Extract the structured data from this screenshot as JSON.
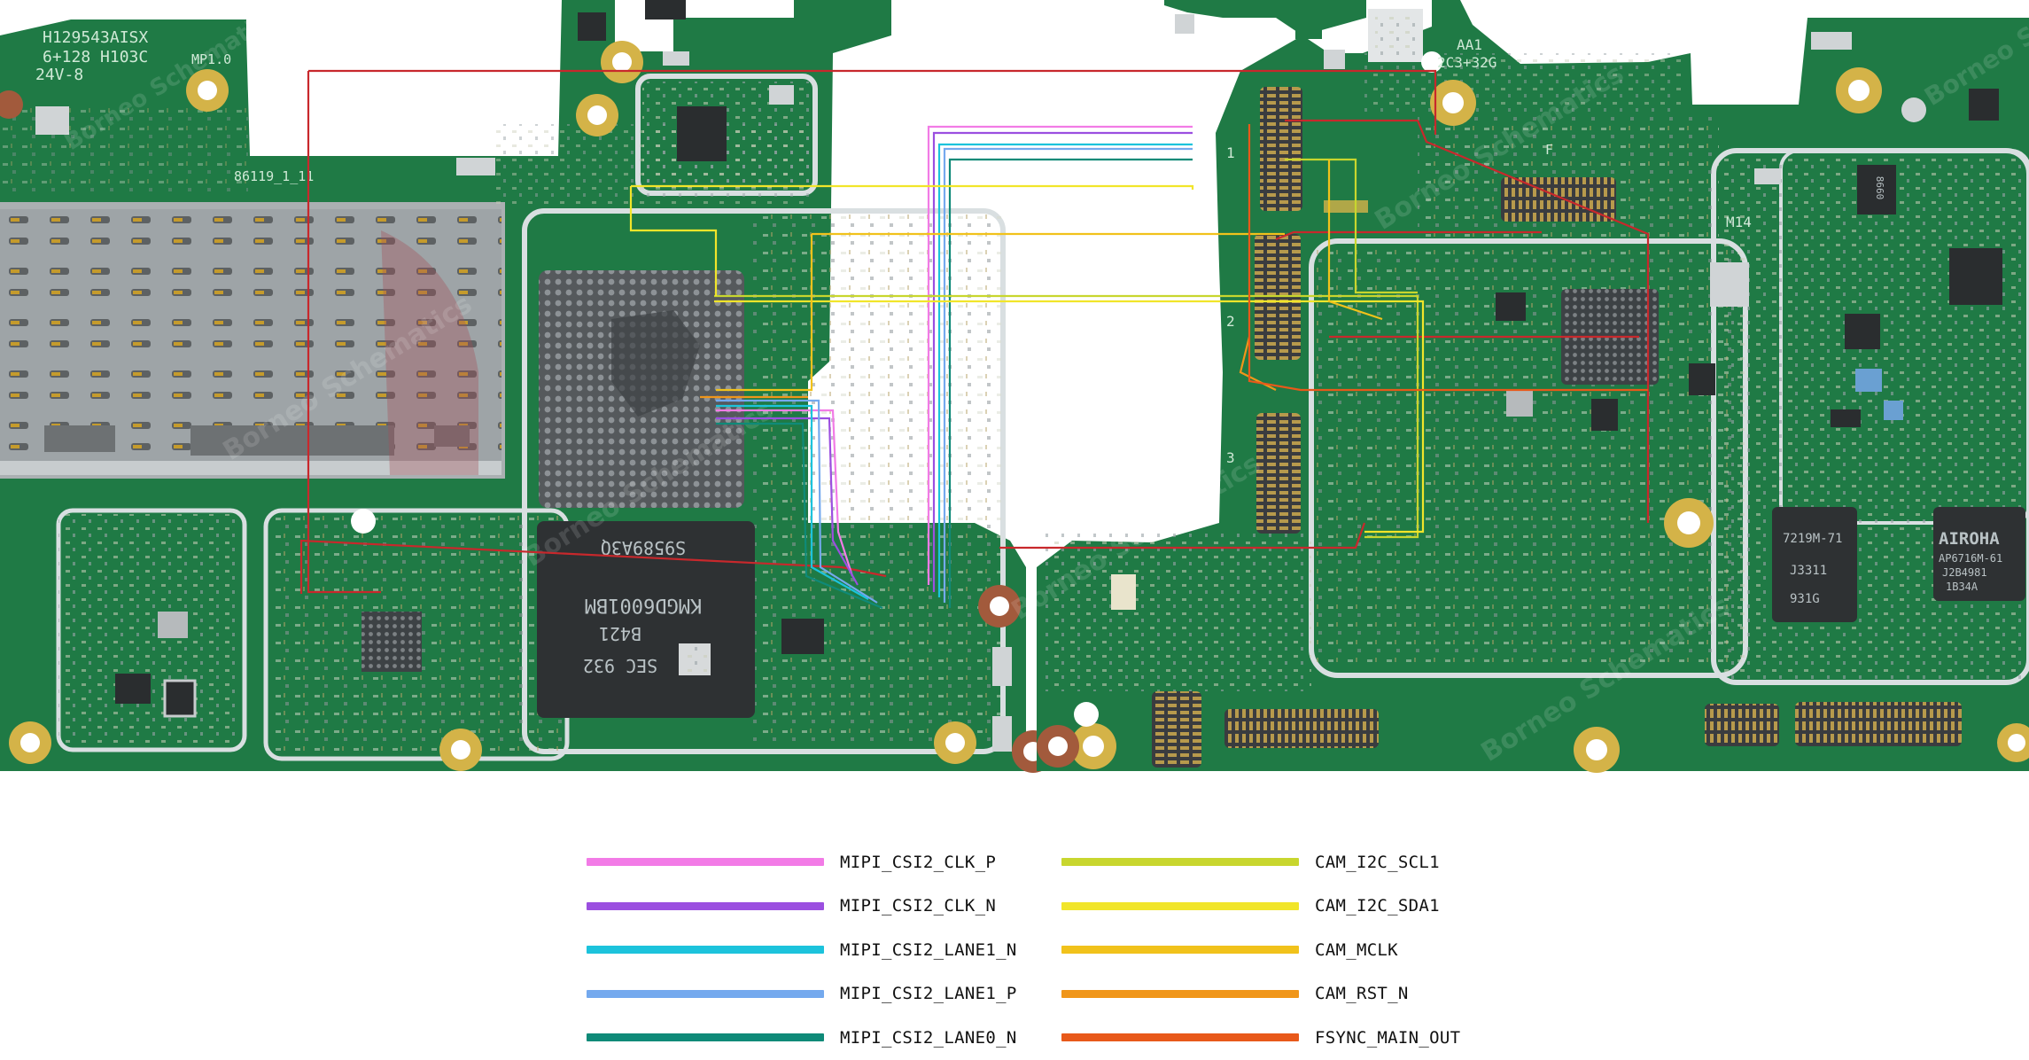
{
  "board": {
    "colors": {
      "pcb": "#1f7a45",
      "pcb_dark": "#176238",
      "shield": "#d9dfe1",
      "pad_gold": "#d4b348",
      "trace_red": "#c8282c"
    },
    "silkscreen": {
      "top_left_code_1": "H129543AISX",
      "top_left_code_2": "6+128 H103C",
      "top_left_code_3": "24V-8",
      "top_left_tag": "MP1.0",
      "board_id": "86119_1_11",
      "top_right_code_1": "AA1",
      "top_right_code_2": "2C3+32G",
      "right_tag": "M14",
      "connector_num_1": "1",
      "connector_num_2": "2",
      "connector_num_3": "3",
      "marker_f": "F"
    },
    "chips": {
      "emmc_line_1": "S9589A3Q",
      "emmc_line_2": "KMGD6001BM",
      "emmc_line_3": "B421",
      "emmc_line_4": "SEC 932",
      "ic_right_1_line_1": "7219M-71",
      "ic_right_1_line_2": "J3311",
      "ic_right_1_line_3": "931G",
      "ic_right_2_line_1": "AIROHA",
      "ic_right_2_line_2": "AP6716M-61",
      "ic_right_2_line_3": "J2B4981",
      "ic_right_2_line_4": "1B34A",
      "small_chip": "8660"
    },
    "watermark": "Borneo Schematics"
  },
  "legend": {
    "columns": [
      [
        {
          "label": "MIPI_CSI2_CLK_P",
          "color": "#f27be6"
        },
        {
          "label": "MIPI_CSI2_CLK_N",
          "color": "#9b4fe0"
        },
        {
          "label": "MIPI_CSI2_LANE1_N",
          "color": "#1cc3dc"
        },
        {
          "label": "MIPI_CSI2_LANE1_P",
          "color": "#74a9ee"
        },
        {
          "label": "MIPI_CSI2_LANE0_N",
          "color": "#0f8a78"
        }
      ],
      [
        {
          "label": "CAM_I2C_SCL1",
          "color": "#c8d62e"
        },
        {
          "label": "CAM_I2C_SDA1",
          "color": "#f1e52a"
        },
        {
          "label": "CAM_MCLK",
          "color": "#f1c21b"
        },
        {
          "label": "CAM_RST_N",
          "color": "#f0961a"
        },
        {
          "label": "FSYNC_MAIN_OUT",
          "color": "#e8591a"
        }
      ]
    ]
  }
}
